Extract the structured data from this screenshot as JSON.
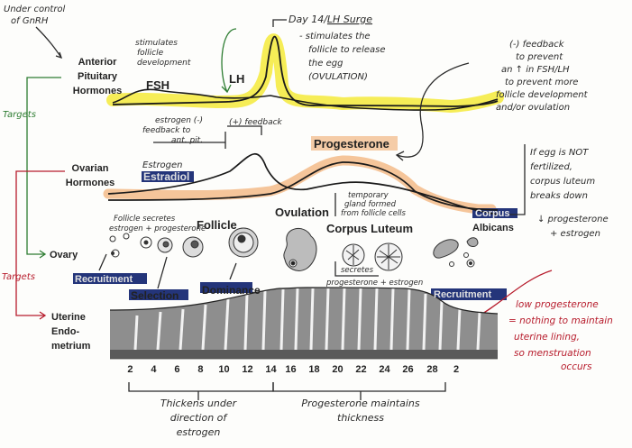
{
  "header": {
    "control_note": [
      "Under control",
      "of GnRH"
    ]
  },
  "rows": {
    "pituitary": [
      "Anterior",
      "Pituitary",
      "Hormones"
    ],
    "ovarian": [
      "Ovarian",
      "Hormones"
    ],
    "ovary": "Ovary",
    "uterine": [
      "Uterine",
      "Endo-",
      "metrium"
    ]
  },
  "hormones": {
    "fsh": "FSH",
    "lh": "LH",
    "estradiol": "Estradiol",
    "progesterone": "Progesterone"
  },
  "stages": {
    "follicle": "Follicle",
    "ovulation": "Ovulation",
    "corpus_luteum": "Corpus Luteum",
    "corpus_albicans": [
      "Corpus",
      "Albicans"
    ],
    "recruitment": "Recruitment",
    "selection": "Selection",
    "dominance": "Dominance"
  },
  "notes": {
    "targets": "Targets",
    "stimulates": [
      "stimulates",
      "follicle",
      "development"
    ],
    "lh_surge_day": "Day 14/",
    "lh_surge_label": "LH Surge",
    "lh_surge_desc": [
      "- stimulates the",
      "follicle to release",
      "the egg",
      "(OVULATION)"
    ],
    "neg_feedback": [
      "(-) feedback",
      "to prevent",
      "an ↑ in FSH/LH",
      "to prevent more",
      "follicle development",
      "and/or ovulation"
    ],
    "estrogen_feedback": [
      "estrogen (-)",
      "feedback to",
      "ant. pit."
    ],
    "pos_feedback": "(+) feedback",
    "estrogen_word": "Estrogen",
    "egg_not_fertilized": [
      "If egg is NOT",
      "fertilized,",
      "corpus luteum",
      "breaks down"
    ],
    "prog_estrogen_drop": [
      "↓ progesterone",
      "+ estrogen"
    ],
    "follicle_secretes": [
      "Follicle secretes",
      "estrogen + progesterone"
    ],
    "temporary_gland": [
      "temporary",
      "gland formed",
      "from follicle cells"
    ],
    "secretes": [
      "secretes",
      "progesterone + estrogen"
    ],
    "low_progesterone": [
      "low progesterone",
      "= nothing to maintain",
      "uterine lining,",
      "so menstruation",
      "occurs"
    ],
    "thickens": [
      "Thickens under",
      "direction of",
      "estrogen"
    ],
    "maintains": [
      "Progesterone maintains",
      "thickness"
    ]
  },
  "axis": {
    "days": [
      "2",
      "4",
      "6",
      "8",
      "10",
      "12",
      "14",
      "16",
      "18",
      "20",
      "22",
      "24",
      "26",
      "28",
      "2"
    ]
  },
  "colors": {
    "highlight_yellow": "#f4ea3a",
    "highlight_orange": "#f1b27a",
    "highlight_blue": "#24357a",
    "green_ink": "#2e7d32",
    "red_ink": "#b71c2c"
  }
}
